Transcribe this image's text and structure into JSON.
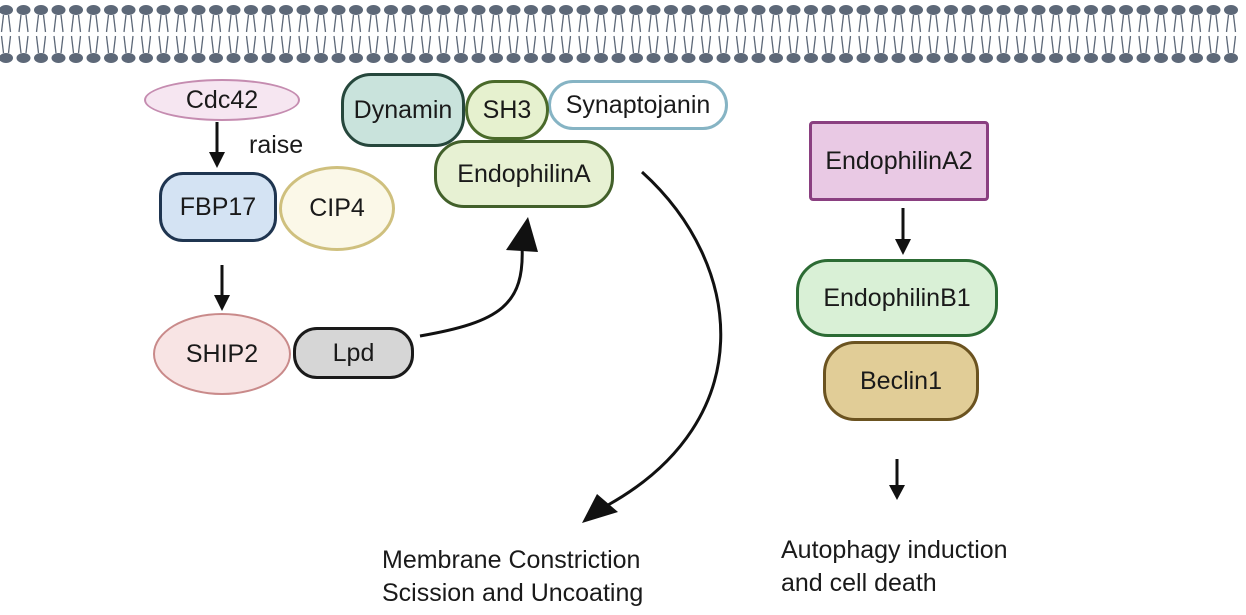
{
  "colors": {
    "membrane": "#5d6878",
    "arrow": "#111111"
  },
  "nodes": {
    "cdc42": {
      "label": "Cdc42",
      "fill": "#f6e6f1",
      "stroke": "#c58cb0"
    },
    "fbp17": {
      "label": "FBP17",
      "fill": "#d4e3f3",
      "stroke": "#1f3550"
    },
    "cip4": {
      "label": "CIP4",
      "fill": "#fbf8e8",
      "stroke": "#cfc07e"
    },
    "ship2": {
      "label": "SHIP2",
      "fill": "#f8e4e4",
      "stroke": "#c98a8a"
    },
    "lpd": {
      "label": "Lpd",
      "fill": "#d6d6d6",
      "stroke": "#1a1a1a"
    },
    "dynamin": {
      "label": "Dynamin",
      "fill": "#c9e3dc",
      "stroke": "#26473c"
    },
    "sh3": {
      "label": "SH3",
      "fill": "#e6f1cf",
      "stroke": "#4a6a2a"
    },
    "synaptojanin": {
      "label": "Synaptojanin",
      "fill": "#ffffff",
      "stroke": "#86b4c4"
    },
    "endophilinA": {
      "label": "EndophilinA",
      "fill": "#e7f1d3",
      "stroke": "#42602a"
    },
    "endophilinA2": {
      "label": "EndophilinA2",
      "fill": "#e9c9e4",
      "stroke": "#8a3f80"
    },
    "endophilinB1": {
      "label": "EndophilinB1",
      "fill": "#d9f0d6",
      "stroke": "#2c6b34"
    },
    "beclin1": {
      "label": "Beclin1",
      "fill": "#e1cd97",
      "stroke": "#6b5320"
    }
  },
  "labels": {
    "raise": "raise"
  },
  "captions": {
    "membrane_outcome": {
      "line1": "Membrane Constriction",
      "line2": "Scission and Uncoating"
    },
    "autophagy_outcome": {
      "line1": "Autophagy induction",
      "line2": "and cell death"
    }
  }
}
